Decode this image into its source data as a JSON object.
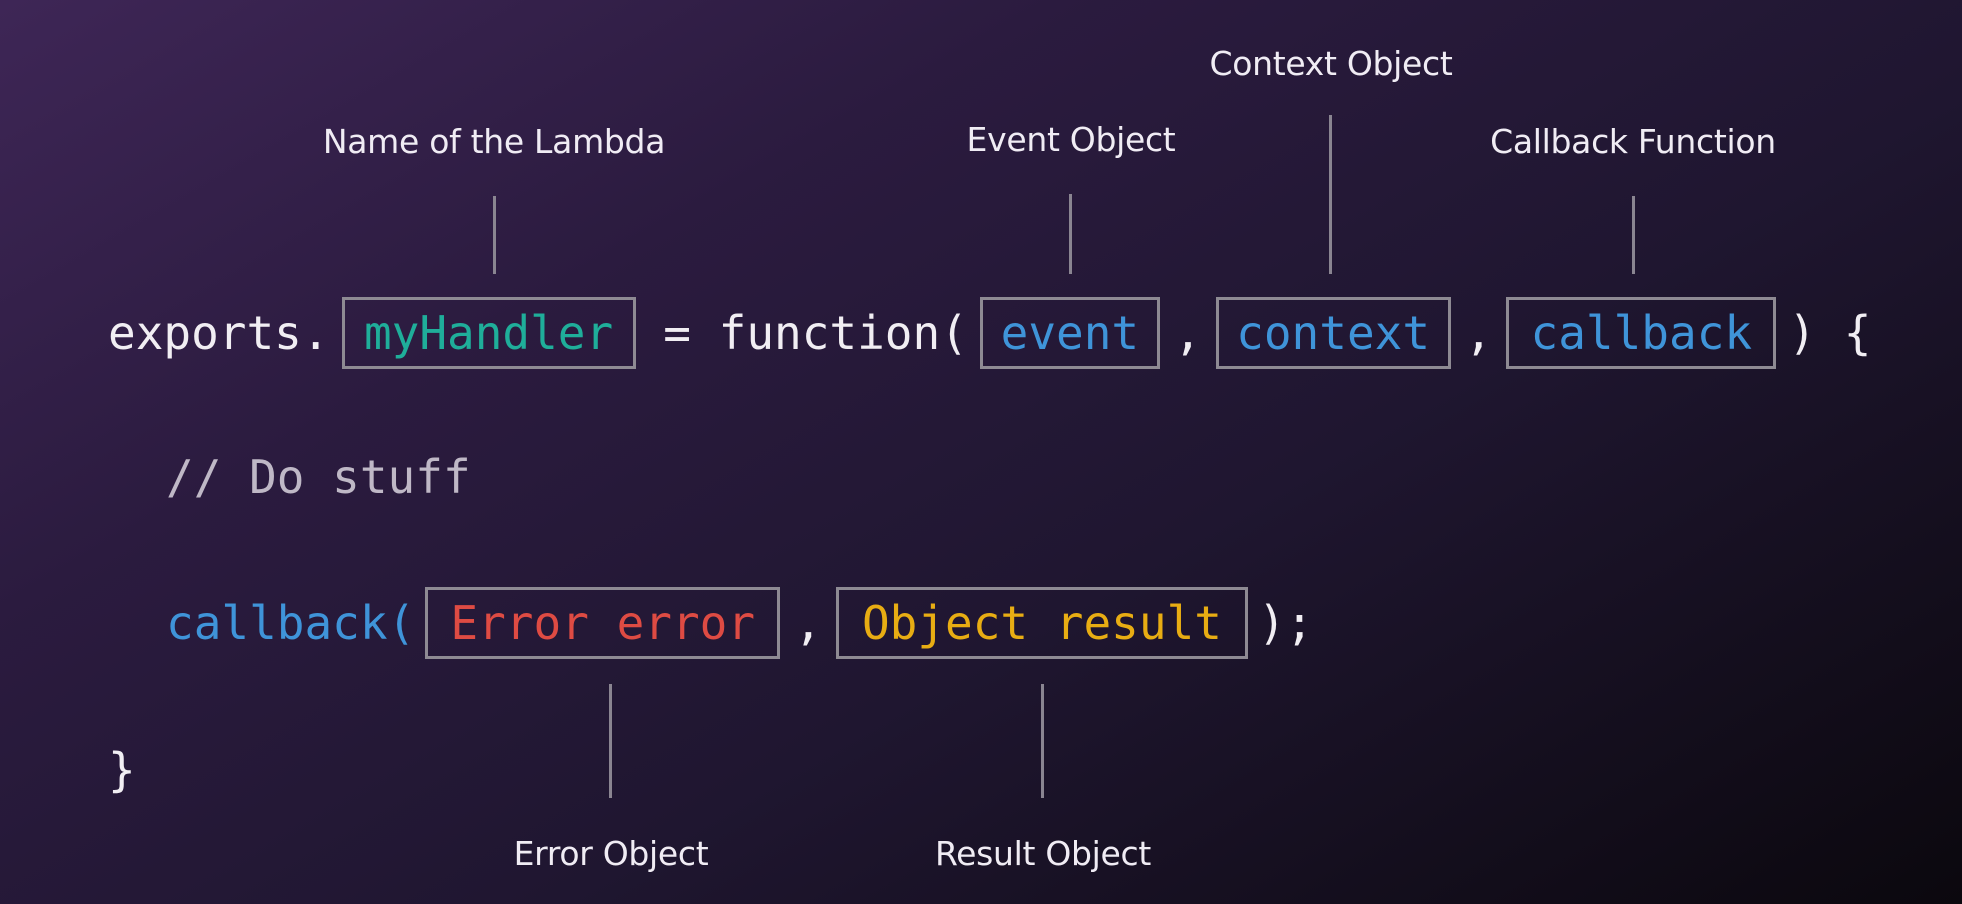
{
  "labels": {
    "name_of_lambda": "Name of the Lambda",
    "event_object": "Event Object",
    "context_object": "Context Object",
    "callback_function": "Callback Function",
    "error_object": "Error Object",
    "result_object": "Result Object"
  },
  "code": {
    "line1": {
      "exports": "exports.",
      "handler": "myHandler",
      "assign": " = function(",
      "event": "event",
      "comma1": ",",
      "context": "context",
      "comma2": ",",
      "callback": "callback",
      "close": ") {"
    },
    "line2": {
      "comment": "// Do stuff"
    },
    "line3": {
      "callback": "callback(",
      "error": "Error error",
      "comma": ",",
      "result": "Object result",
      "close": ");"
    },
    "line4": {
      "brace": "}"
    }
  },
  "colors": {
    "handler": "#1fae9a",
    "param": "#3f94d9",
    "error": "#de4b43",
    "result": "#e8ad13",
    "box_border": "#8e8a93"
  }
}
